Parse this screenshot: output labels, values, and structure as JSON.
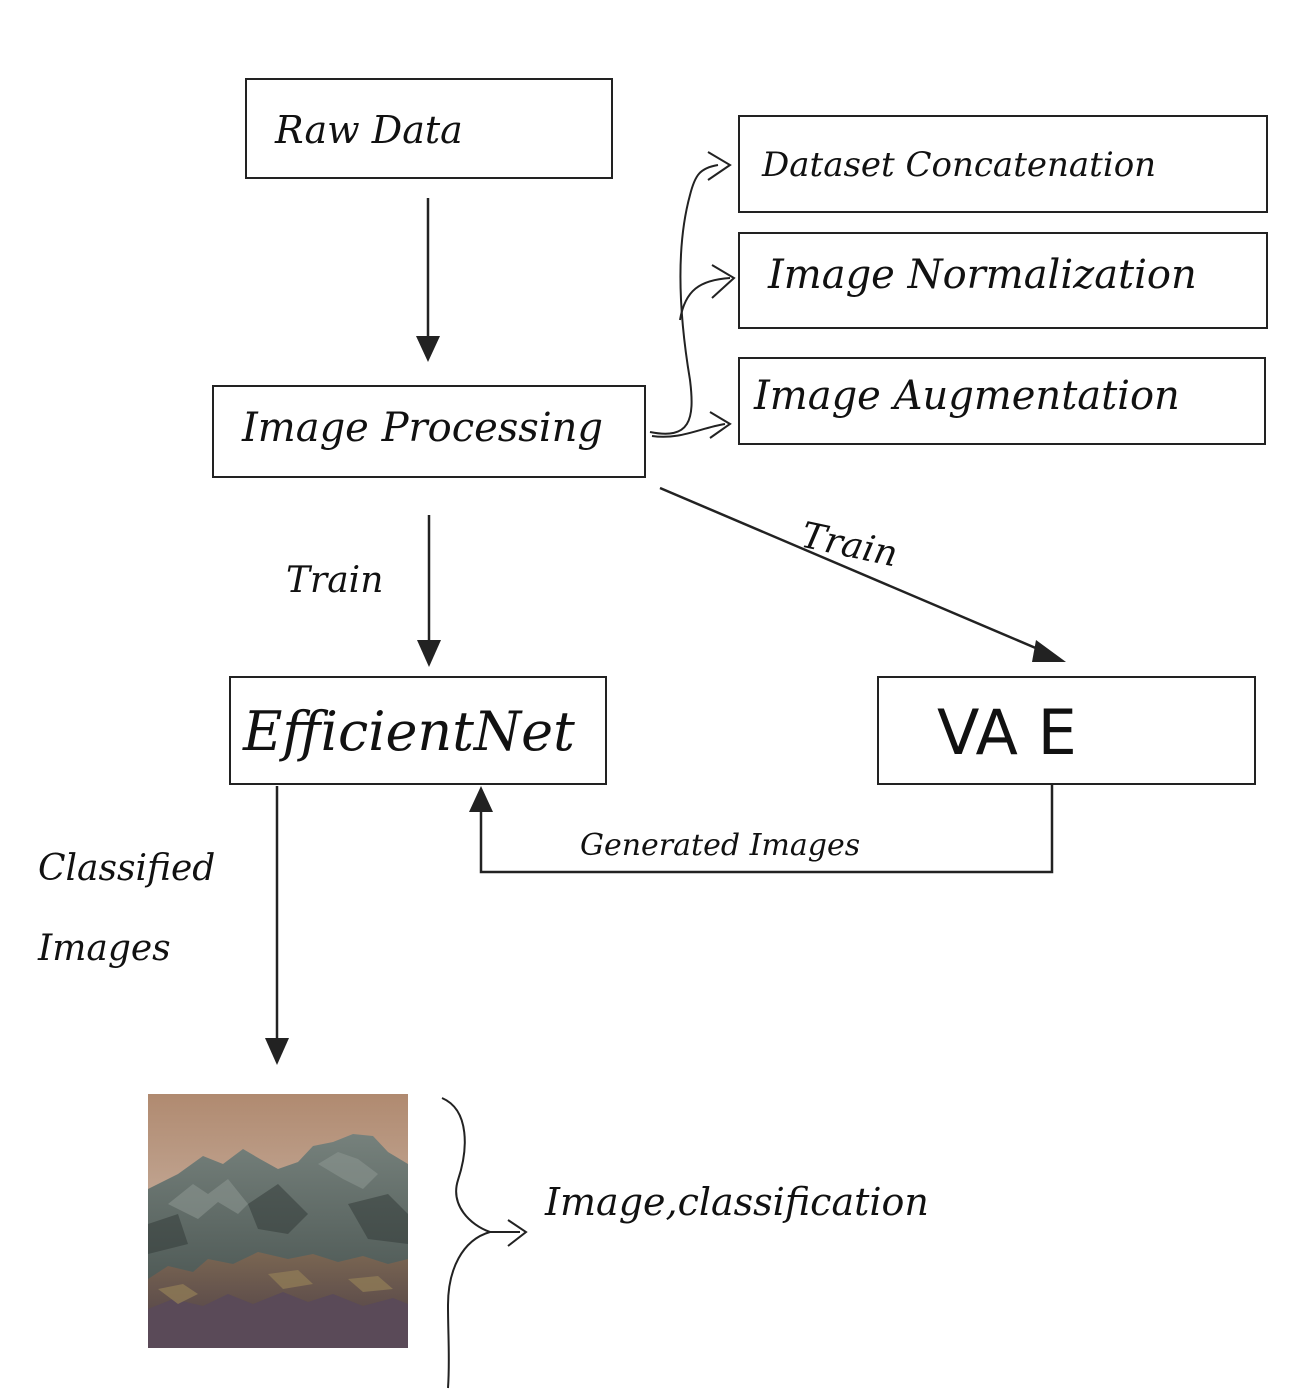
{
  "nodes": {
    "raw_data": "Raw   Data",
    "image_processing": "Image Processing",
    "dataset_concatenation": "Dataset   Concatenation",
    "image_normalization": "Image  Normalization",
    "image_augmentation": "Image   Augmentation",
    "efficientnet": "EfficientNet",
    "vae": "VA E"
  },
  "edges": {
    "train_efficientnet": "Train",
    "train_vae": "Train",
    "generated_images": "Generated  Images",
    "classified_line1": "Classified",
    "classified_line2": "Images",
    "image_classification": "Image,classification"
  },
  "output_image": {
    "icon": "landscape-image-icon",
    "description_visible": false
  },
  "colors": {
    "stroke": "#222222",
    "sky_top": "#b58f77",
    "sky_bottom": "#c9b3a5",
    "mountain": "#5f6b66",
    "mountain_shadow": "#3f4a47",
    "foothills": "#6c5a4e",
    "foothills_purple": "#5b4a5a"
  }
}
